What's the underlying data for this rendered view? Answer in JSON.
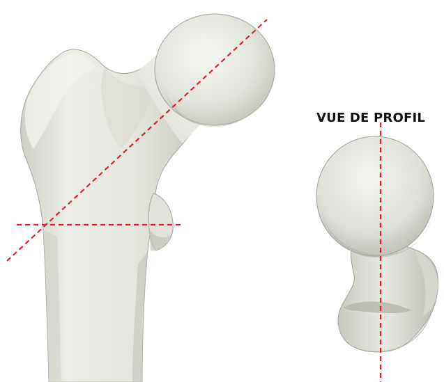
{
  "labels": {
    "profile_view": "VUE DE PROFIL"
  },
  "colors": {
    "background": "#ffffff",
    "bone_fill": "#e9e9e4",
    "bone_shade": "#c9c9c2",
    "bone_outline": "#9e9e96",
    "axis_line": "#e0202a",
    "label_text": "#111111"
  },
  "icons": {
    "front_view": "femur-proximal-front-illustration",
    "profile_view": "femoral-head-profile-illustration"
  }
}
